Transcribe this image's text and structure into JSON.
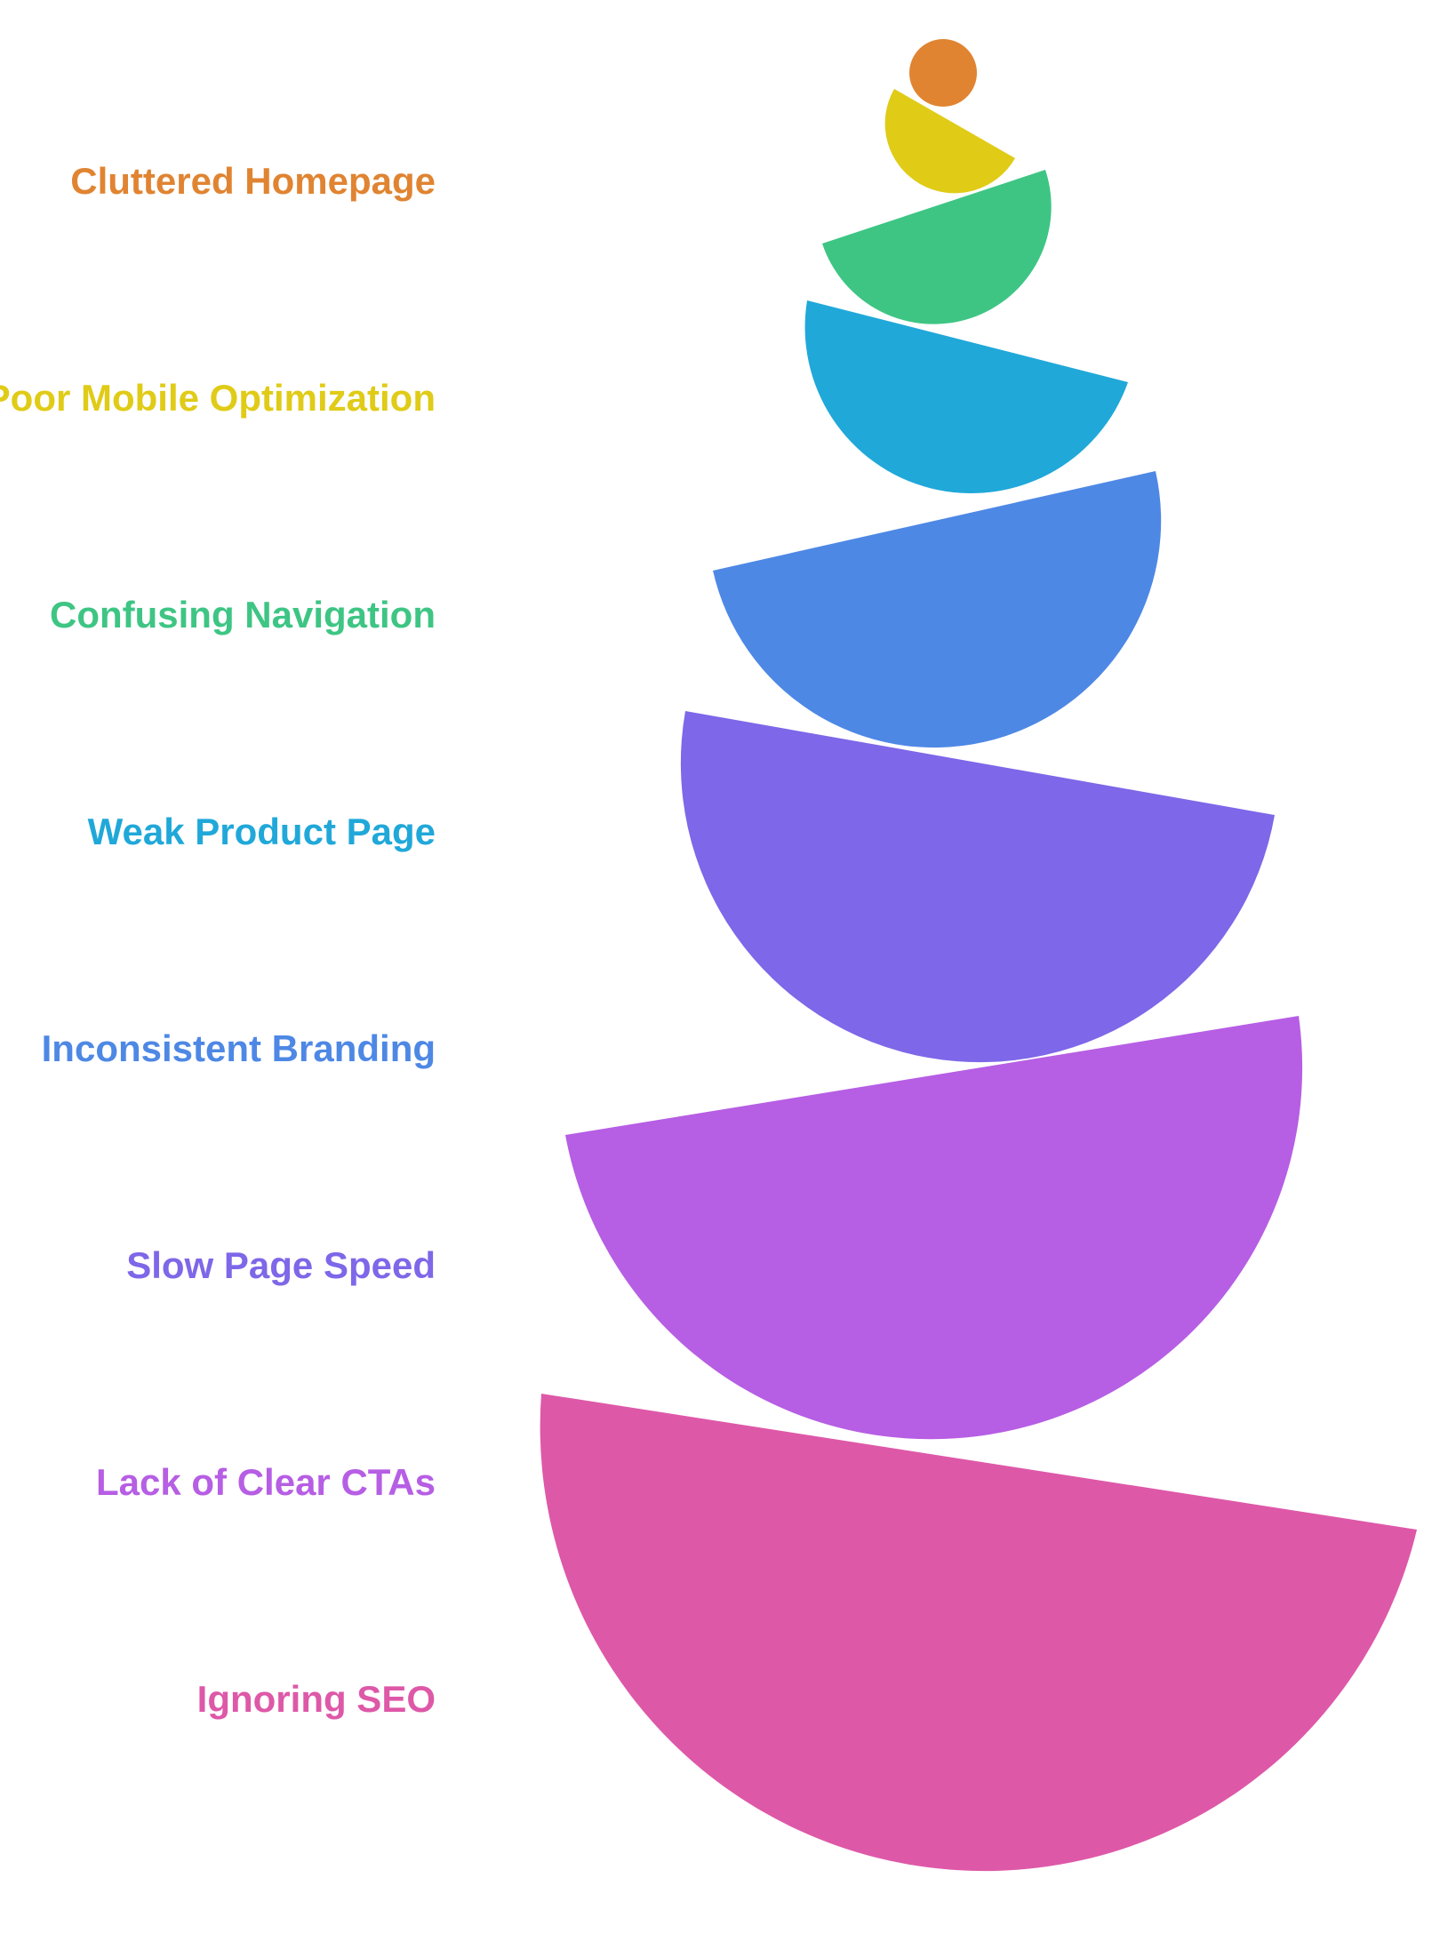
{
  "items": [
    {
      "label": "Cluttered Homepage",
      "color": "#E08432"
    },
    {
      "label": "Poor Mobile Optimization",
      "color": "#E0CB17"
    },
    {
      "label": "Confusing Navigation",
      "color": "#3EC584"
    },
    {
      "label": "Weak Product Page",
      "color": "#20A8D9"
    },
    {
      "label": "Inconsistent Branding",
      "color": "#4E88E5"
    },
    {
      "label": "Slow Page Speed",
      "color": "#7E67E8"
    },
    {
      "label": "Lack of Clear CTAs",
      "color": "#B65EE4"
    },
    {
      "label": "Ignoring SEO",
      "color": "#DE58A8"
    }
  ]
}
